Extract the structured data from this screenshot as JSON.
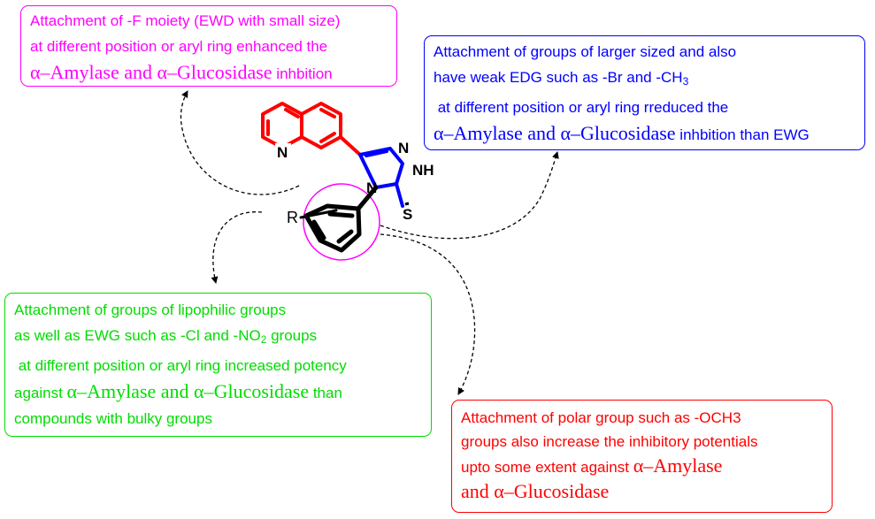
{
  "molecule": {
    "atoms": {
      "quinoline_n": "N",
      "triazole_n_top": "N",
      "triazole_nh": "NH",
      "triazole_n4": "N",
      "sulfur": "S",
      "r_group": "R"
    },
    "colors": {
      "quinoline": "#ff0000",
      "triazole": "#0000ff",
      "phenyl": "#000000",
      "highlight": "#ff00ff"
    }
  },
  "notes": {
    "f_moiety": {
      "color": "#ff00ff",
      "line1": "Attachment of -F moiety (EWD with small size)",
      "line2": "at different position or aryl ring enhanced the",
      "line3_enzymes": "α–Amylase and α–Glucosidase",
      "line3_tail": " inhbition"
    },
    "larger_groups": {
      "color": "#0000ff",
      "line1": "Attachment of groups of larger sized and also",
      "line2_prefix": "have weak EDG such as -Br and -CH",
      "line2_sub": "3",
      "line3": " at different position or aryl ring rreduced the",
      "line4_enzymes": "α–Amylase and α–Glucosidase",
      "line4_tail": " inhbition than EWG"
    },
    "lipophilic": {
      "color": "#00dd00",
      "line1": "Attachment of groups of lipophilic groups",
      "line2_prefix": "as well as EWG such as -Cl and -NO",
      "line2_sub": "2",
      "line2_suffix": " groups",
      "line3": " at different position or aryl ring increased potency",
      "line4_prefix": "against ",
      "line4_enzymes": "α–Amylase and α–Glucosidase",
      "line4_tail": " than",
      "line5": "compounds with bulky groups"
    },
    "polar": {
      "color": "#ff0000",
      "line1": "Attachment of polar group such as -OCH3",
      "line2": "groups also increase the inhibitory potentials",
      "line3_prefix": "upto some extent against ",
      "line3_enzyme": "α–Amylase",
      "line4_enzyme": "and α–Glucosidase"
    }
  }
}
